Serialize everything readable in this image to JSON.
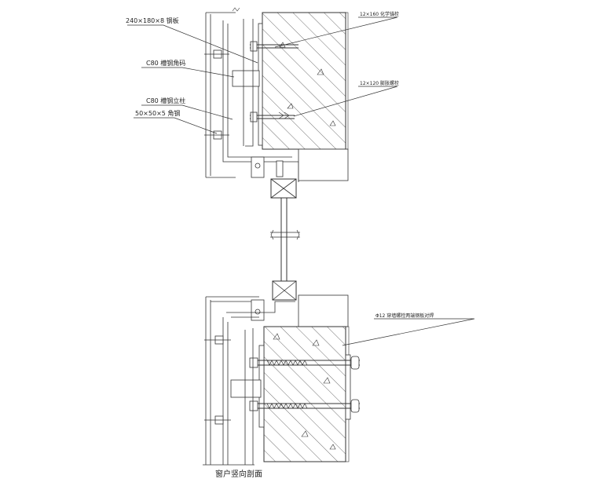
{
  "labels": {
    "steel_plate": "240×180×8 钢板",
    "c80_bracket": "C80  槽钢角码",
    "c80_column": "C80  槽钢立柱",
    "angle_steel": "50×50×5 角钢",
    "chem_anchor": "12×160 化学锚栓",
    "expansion_bolt": "12×120 膨胀螺栓",
    "through_bolt": "Φ12 穿墙螺栓两端钢板对焊",
    "title": "窗户竖向剖面"
  }
}
